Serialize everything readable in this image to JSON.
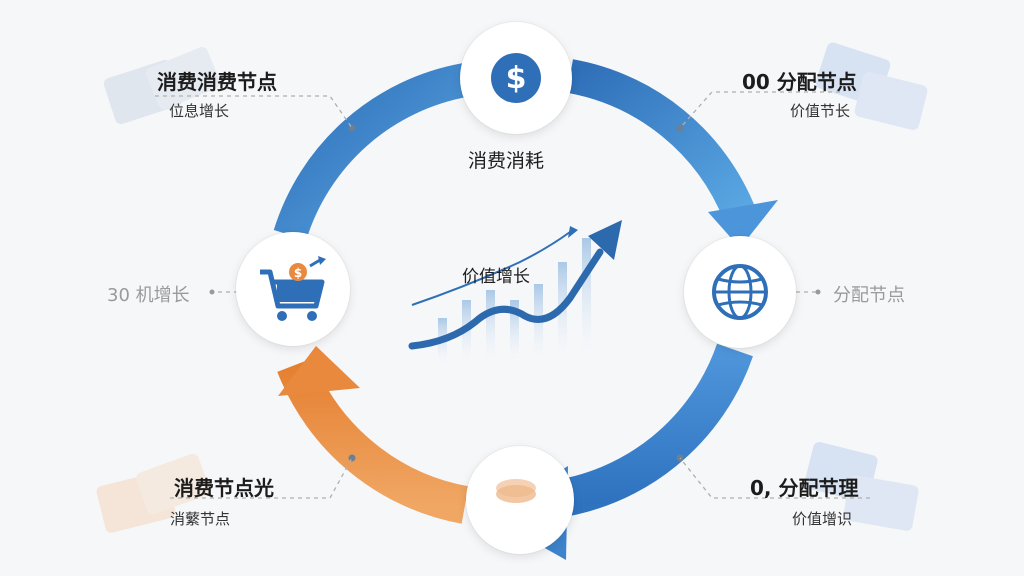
{
  "center": {
    "label": "价值增长"
  },
  "nodes": {
    "top": {
      "label": "消费消耗",
      "icon": "dollar-coin-icon"
    },
    "left": {
      "icon": "shopping-cart-icon"
    },
    "right": {
      "icon": "globe-icon"
    },
    "bottom": {
      "icon": "coin-icon"
    }
  },
  "callouts": {
    "top_left": {
      "title": "消费消费节点",
      "subtitle": "位息增长"
    },
    "top_right": {
      "title": "00 分配节点",
      "subtitle": "价值节长"
    },
    "left": {
      "title": "30 机增长"
    },
    "right": {
      "title": "分配节点"
    },
    "bottom_left": {
      "title": "消费节点光",
      "subtitle": "消蘩节点"
    },
    "bottom_right": {
      "title": "0, 分配节理",
      "subtitle": "价值增识"
    }
  },
  "colors": {
    "blue_dark": "#2f6fb8",
    "blue_light": "#5aa3e0",
    "orange": "#e9893e",
    "orange_light": "#f3b06c"
  }
}
